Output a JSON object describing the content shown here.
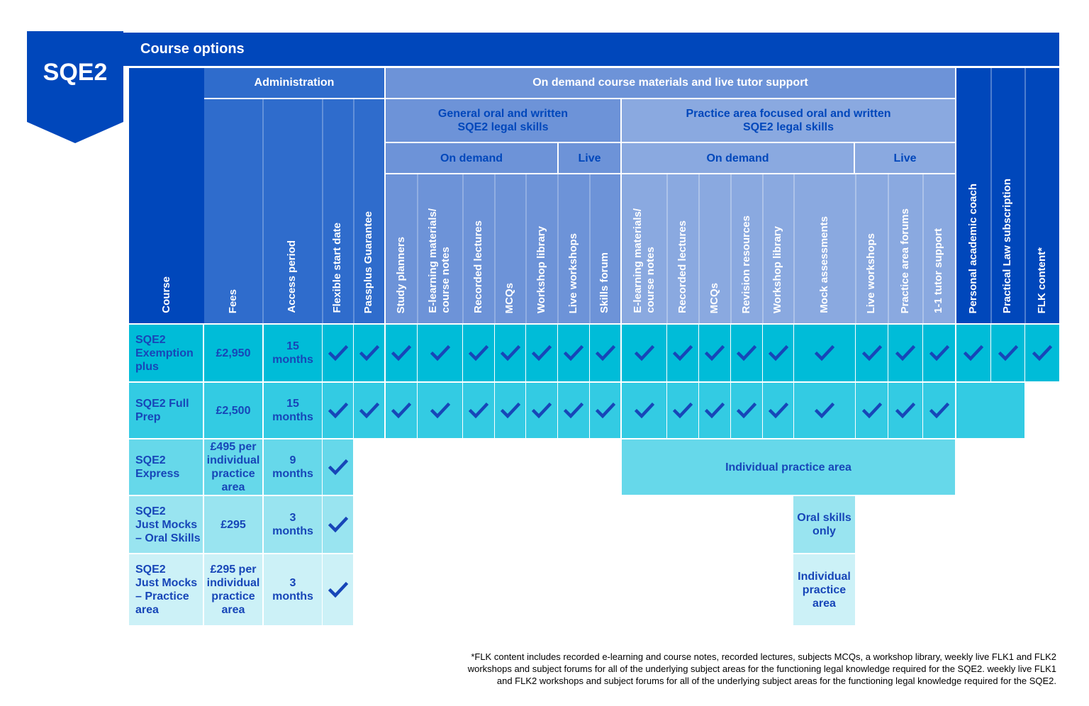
{
  "badge": "SQE2",
  "title": "Course options",
  "groups": {
    "administration": "Administration",
    "on_demand_support": "On demand course materials and live tutor support",
    "general": "General oral and written\nSQE2 legal skills",
    "practice": "Practice area focused oral and written\nSQE2 legal skills",
    "on_demand_1": "On demand",
    "live_1": "Live",
    "on_demand_2": "On demand",
    "live_2": "Live"
  },
  "columns": [
    "Course",
    "Fees",
    "Access period",
    "Flexible start date",
    "Passplus Guarantee",
    "Study planners",
    "E-learning materials/\ncourse notes",
    "Recorded lectures",
    "MCQs",
    "Workshop library",
    "Live workshops",
    "Skills forum",
    "E-learning materials/\ncourse notes",
    "Recorded lectures",
    "MCQs",
    "Revision resources",
    "Workshop library",
    "Mock assessments",
    "Live workshops",
    "Practice area forums",
    "1-1 tutor support",
    "Personal academic coach",
    "Practical Law subscription",
    "FLK content*"
  ],
  "rows": [
    {
      "course": "SQE2\nExemption\nplus",
      "fee": "£2,950",
      "access": "15\nmonths"
    },
    {
      "course": "SQE2 Full\nPrep",
      "fee": "£2,500",
      "access": "15\nmonths"
    },
    {
      "course": "SQE2\nExpress",
      "fee": "£495 per\nindividual\npractice\narea",
      "access": "9\nmonths"
    },
    {
      "course": "SQE2\nJust Mocks\n– Oral Skills",
      "fee": "£295",
      "access": "3\nmonths"
    },
    {
      "course": "SQE2\nJust Mocks\n– Practice\narea",
      "fee": "£295 per\nindividual\npractice\narea",
      "access": "3\nmonths"
    }
  ],
  "notes": {
    "express_practice": "Individual practice area",
    "oral_only": "Oral skills\nonly",
    "mocks_practice": "Individual\npractice\narea"
  },
  "footnote": "*FLK content includes recorded e-learning and course notes, recorded lectures, subjects MCQs, a workshop library, weekly live FLK1 and FLK2\nworkshops and subject forums for all of the underlying subject areas for the functioning legal knowledge required for the SQE2.   weekly live FLK1\nand FLK2 workshops and subject forums for all of the underlying subject areas for the functioning legal knowledge required for the SQE2.",
  "colors": {
    "dark_blue": "#0047bb",
    "header_mid": "#2f6ccc",
    "header_light": "#6d93d8",
    "header_lighter": "#8aa9e0",
    "row1": "#00bcd8",
    "row2": "#33cbe3",
    "row3": "#66d8ea",
    "row4": "#99e4f0",
    "row5": "#ccf1f7",
    "check": "#1746b8"
  }
}
